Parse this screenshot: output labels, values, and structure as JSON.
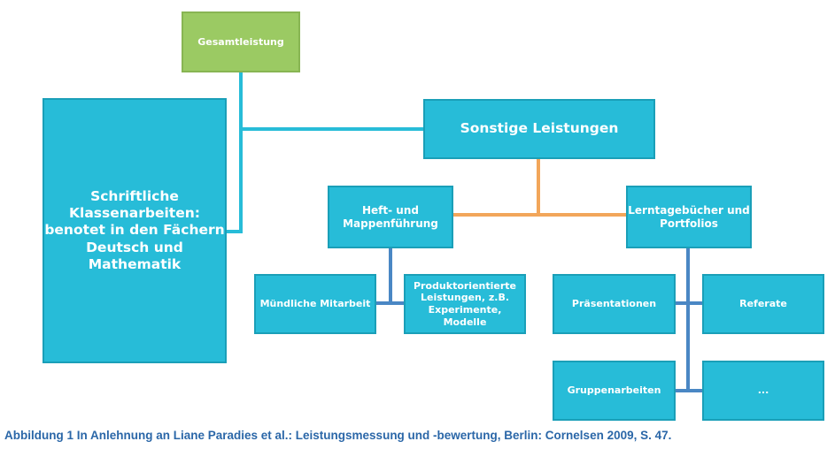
{
  "colors": {
    "box_fill": "#27BCD8",
    "box_border": "#1A9FB8",
    "root_fill": "#9BCA63",
    "connector_cyan": "#27BCD8",
    "connector_orange": "#F2A65A",
    "connector_blue": "#4A87C4",
    "caption": "#2B67A8"
  },
  "nodes": {
    "gesamtleistung": "Gesamtleistung",
    "schriftliche": "Schriftliche\nKlassenarbeiten:\nbenotet in den Fächern\nDeutsch und\nMathematik",
    "sonstige": "Sonstige Leistungen",
    "heft": "Heft- und\nMappenführung",
    "lerntage": "Lerntagebücher und\nPortfolios",
    "muendlich": "Mündliche Mitarbeit",
    "produkt": "Produktorientierte\nLeistungen, z.B.\nExperimente, Modelle",
    "praesentationen": "Präsentationen",
    "referate": "Referate",
    "gruppen": "Gruppenarbeiten",
    "more": "..."
  },
  "caption": "Abbildung 1 In Anlehnung an Liane Paradies et al.: Leistungsmessung und -bewertung, Berlin: Cornelsen 2009, S. 47."
}
